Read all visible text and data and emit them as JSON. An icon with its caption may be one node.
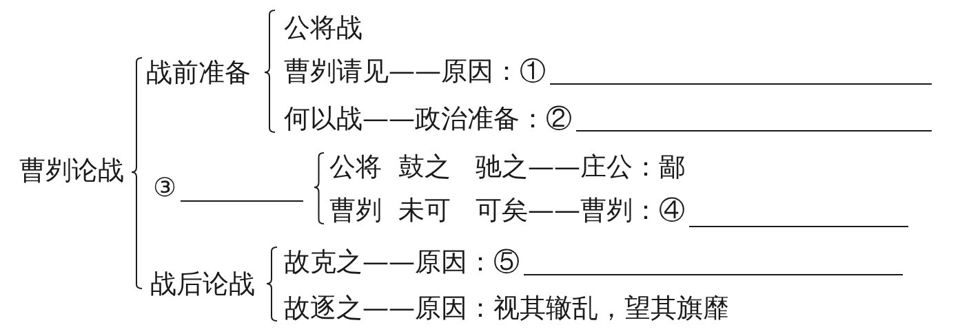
{
  "diagram": {
    "labels": [
      "曹刿论战",
      "战前准备",
      "公将战",
      "曹刿请见——原因：①",
      "何以战——政治准备：②",
      "③",
      "公将",
      "鼓之",
      "驰之——庄公：鄙",
      "曹刿",
      "未可",
      "可矣——曹刿：④",
      "战后论战",
      "故克之——原因：⑤",
      "故逐之——原因：视其辙乱，望其旗靡"
    ]
  }
}
